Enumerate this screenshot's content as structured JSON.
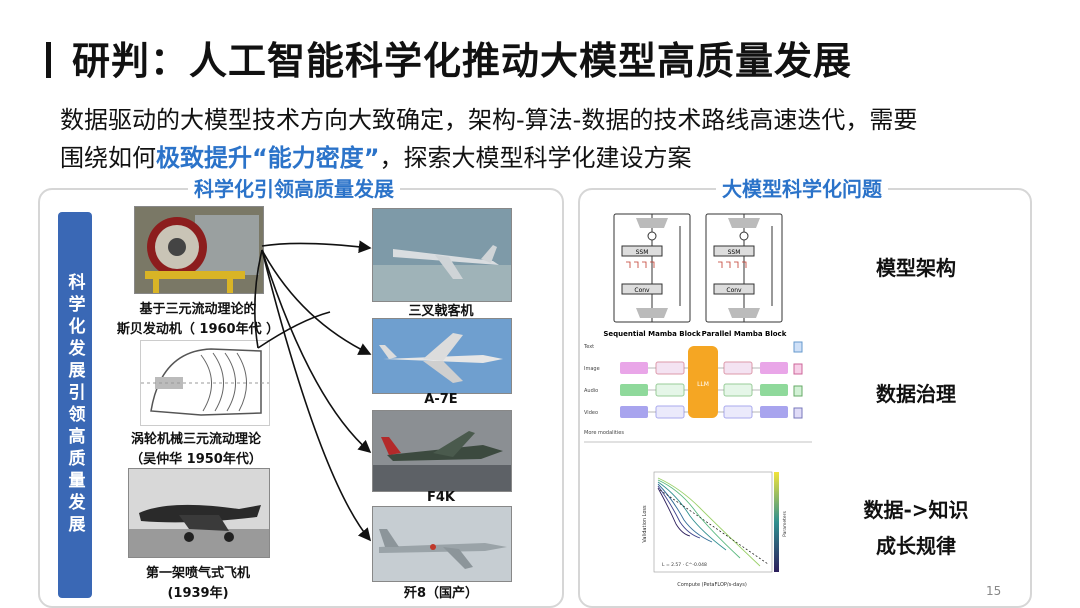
{
  "slide": {
    "title": "研判：人工智能科学化推动大模型高质量发展",
    "subtitle_line1": "数据驱动的大模型技术方向大致确定，架构-算法-数据的技术路线高速迭代，需要",
    "subtitle_line2_pre": "围绕如何",
    "subtitle_line2_highlight": "极致提升“能力密度”",
    "subtitle_line2_post": "，探索大模型科学化建设方案",
    "page_number": "15"
  },
  "left_panel": {
    "title": "科学化引领高质量发展",
    "side_label": "科学化发展引领高质量发展",
    "engines": [
      {
        "caption1": "基于三元流动理论的",
        "caption2": "斯贝发动机（ 1960年代 ）"
      },
      {
        "caption1": "涡轮机械三元流动理论",
        "caption2": "（吴仲华 1950年代）"
      },
      {
        "caption1": "第一架喷气式飞机",
        "caption2": "(1939年)"
      }
    ],
    "aircraft": [
      {
        "caption": "三叉戟客机"
      },
      {
        "caption": "A-7E"
      },
      {
        "caption": "F4K"
      },
      {
        "caption": "歼8（国产）"
      }
    ]
  },
  "right_panel": {
    "title": "大模型科学化问题",
    "mamba": {
      "block_ssm": "SSM",
      "block_conv": "Conv",
      "label_left": "Sequential Mamba Block",
      "label_right": "Parallel Mamba Block"
    },
    "multimodal": {
      "rows": [
        "Text",
        "Image",
        "Audio",
        "Video"
      ],
      "more": "More modalities",
      "center": "LLM"
    },
    "scaling": {
      "ylabel": "Validation Loss",
      "xlabel": "Compute (PetaFLOP/s-days)",
      "cbar_label": "Parameters",
      "formula": "L = 2.57 · C^-0.048"
    },
    "labels": {
      "architecture": "模型架构",
      "data_governance": "数据治理",
      "knowledge_line1": "数据->知识",
      "knowledge_line2": "成长规律"
    }
  }
}
